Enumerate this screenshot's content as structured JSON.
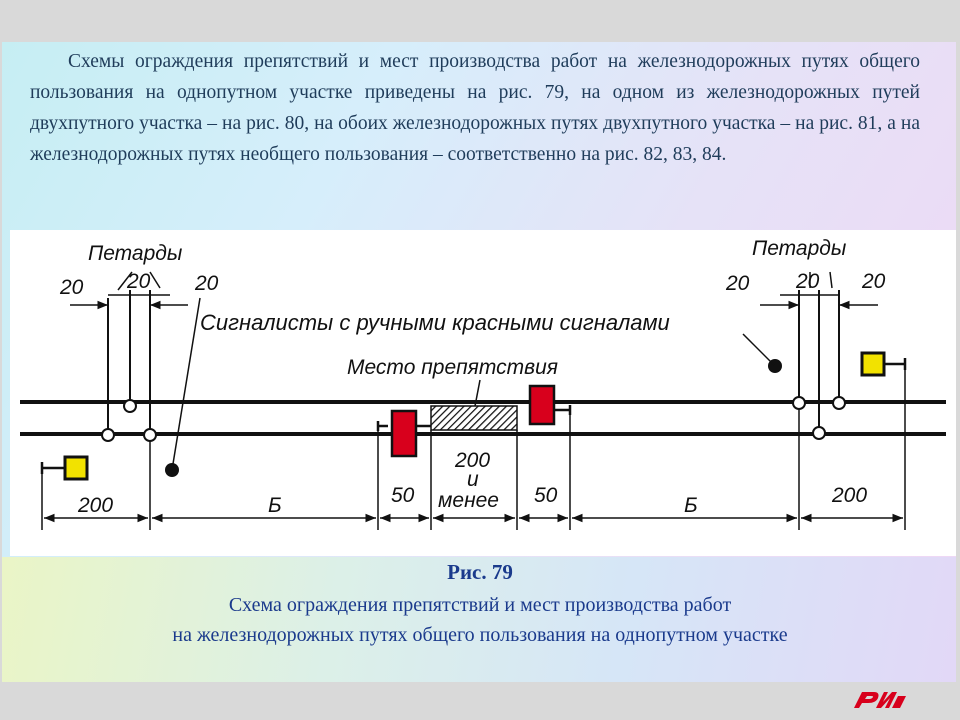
{
  "intro": "Схемы ограждения препятствий и мест производства работ на железнодорожных путях общего пользования на однопутном участке приведены на рис. 79, на одном из железнодорожных путей двухпутного участка – на рис. 80, на обоих железнодорожных путях двухпутного участка – на рис. 81, а на железнодорожных путях необщего пользования – соответственно на рис. 82, 83, 84.",
  "diagram": {
    "petardy_left": "Петарды",
    "petardy_right": "Петарды",
    "dist_20": "20",
    "signalmen": "Сигналисты с ручными красными сигналами",
    "obstacle": "Место препятствия",
    "dist_200": "200",
    "dist_b": "Б",
    "dist_50": "50",
    "obstacle_len_1": "200",
    "obstacle_len_2": "и",
    "obstacle_len_3": "менее",
    "colors": {
      "signal_red": "#d8001c",
      "signal_yellow": "#f2e200",
      "line": "#111111"
    }
  },
  "caption": {
    "title": "Рис. 79",
    "line1": "Схема ограждения препятствий и мест производства работ",
    "line2": "на железнодорожных путях общего пользования на однопутном участке"
  },
  "logo": {
    "icon": "rzd-logo-icon",
    "color": "#d8001c"
  }
}
